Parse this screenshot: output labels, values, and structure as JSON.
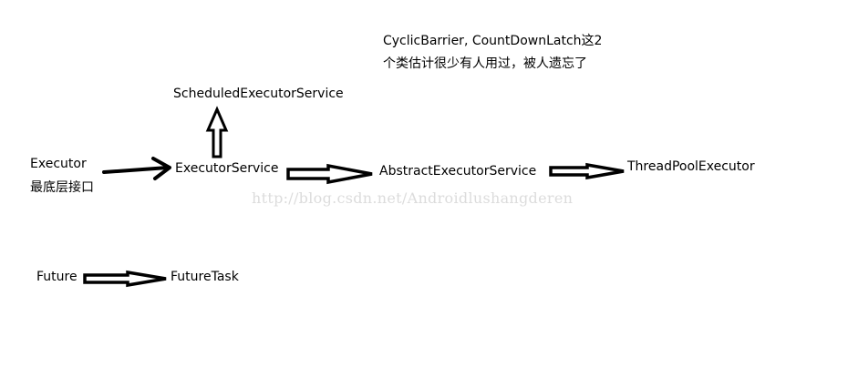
{
  "nodes": {
    "executor": "Executor",
    "executor_note": "最底层接口",
    "executor_service": "ExecutorService",
    "scheduled_executor_service": "ScheduledExecutorService",
    "abstract_executor_service": "AbstractExecutorService",
    "thread_pool_executor": "ThreadPoolExecutor",
    "future": "Future",
    "future_task": "FutureTask"
  },
  "note": {
    "line1": "CyclicBarrier, CountDownLatch这2",
    "line2": "个类估计很少有人用过，被人遗忘了"
  },
  "watermark": "http://blog.csdn.net/Androidlushangderen"
}
